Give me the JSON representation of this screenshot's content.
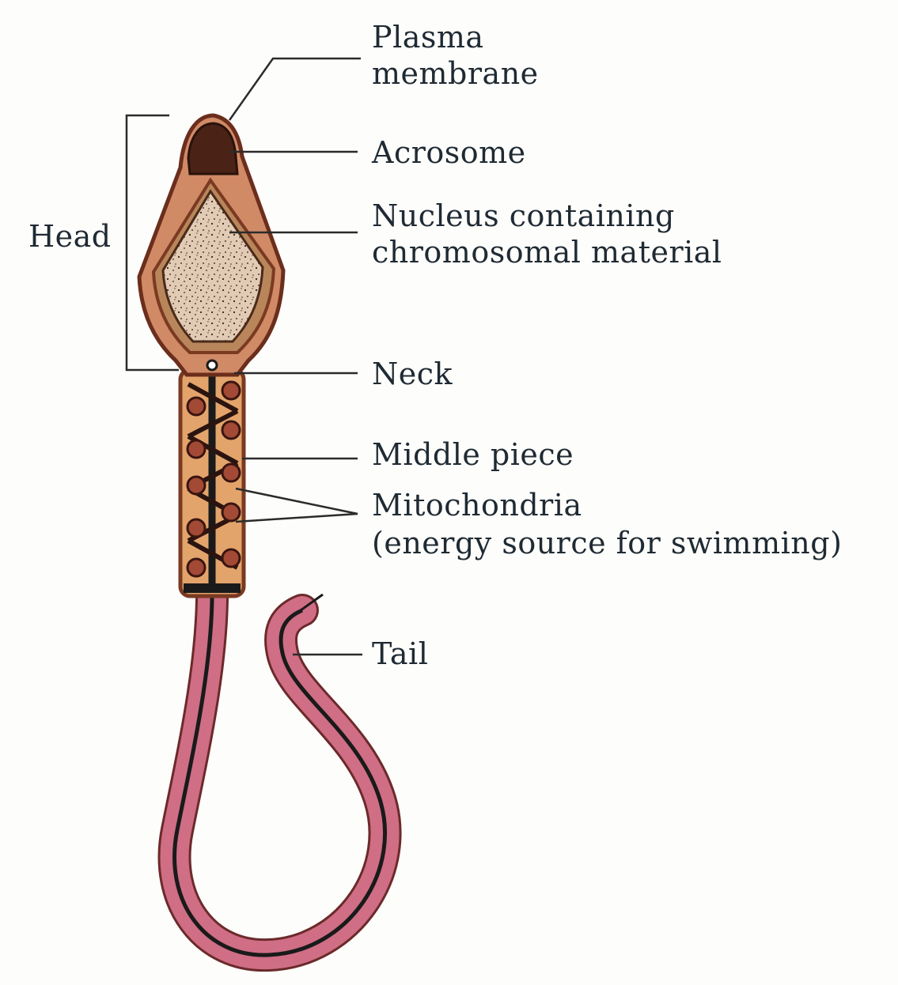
{
  "labels": {
    "plasma_membrane_1": "Plasma",
    "plasma_membrane_2": "membrane",
    "acrosome": "Acrosome",
    "nucleus_1": "Nucleus containing",
    "nucleus_2": "chromosomal material",
    "head": "Head",
    "neck": "Neck",
    "middle_piece": "Middle piece",
    "mitochondria_1": "Mitochondria",
    "mitochondria_2": "(energy source for swimming)",
    "tail": "Tail"
  },
  "colors": {
    "background": "#fdfdfb",
    "outline": "#7a3a22",
    "head_fill": "#d08a66",
    "acrosome": "#4a2316",
    "nucleus": "#e2cbb4",
    "middle_piece": "#e3a46c",
    "mitochondria": "#8c3525",
    "tail": "#cf6e85",
    "text": "#1f2a33"
  }
}
